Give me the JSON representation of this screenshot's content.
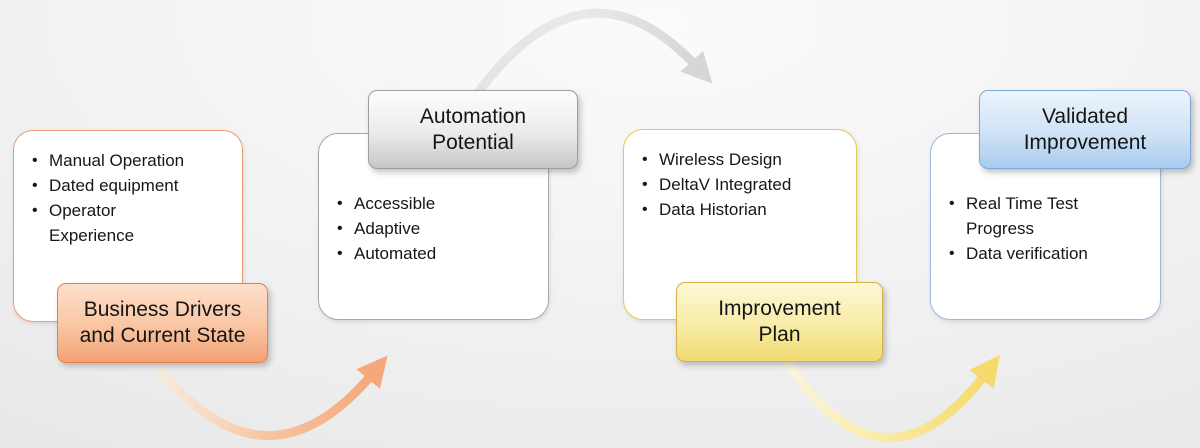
{
  "diagram": {
    "type": "process-flow",
    "background_color": "#efefef",
    "panels": [
      {
        "id": "business-drivers",
        "label": "Business Drivers\nand Current State",
        "bullets": [
          "Manual Operation",
          "Dated equipment",
          "Operator\nExperience"
        ],
        "colors": {
          "box_border": "#ed9e71",
          "label_border": "#e2804f",
          "label_gradient_top": "#fde0cb",
          "label_gradient_bottom": "#f2a173"
        }
      },
      {
        "id": "automation-potential",
        "label": "Automation\nPotential",
        "bullets": [
          "Accessible",
          "Adaptive",
          "Automated"
        ],
        "colors": {
          "box_border": "#a8a8a8",
          "label_border": "#9d9d9d",
          "label_gradient_top": "#fdfdfd",
          "label_gradient_bottom": "#c6c6c6"
        }
      },
      {
        "id": "improvement-plan",
        "label": "Improvement\nPlan",
        "bullets": [
          "Wireless Design",
          "DeltaV Integrated",
          "Data Historian"
        ],
        "colors": {
          "box_border": "#ecc653",
          "label_border": "#d3b248",
          "label_gradient_top": "#fdf7d6",
          "label_gradient_bottom": "#f0da72"
        }
      },
      {
        "id": "validated-improvement",
        "label": "Validated\nImprovement",
        "bullets": [
          "Real Time Test\nProgress",
          "Data verification"
        ],
        "colors": {
          "box_border": "#97bbe0",
          "label_border": "#7ea9d4",
          "label_gradient_top": "#ecf4fc",
          "label_gradient_bottom": "#a8cbee"
        }
      }
    ],
    "arrows": [
      {
        "id": "arrow-automation-to-improvement",
        "from": "Automation Potential",
        "to": "Improvement Plan",
        "shape": "arc-over-top",
        "color": "#d6d6d6"
      },
      {
        "id": "arrow-business-to-automation",
        "from": "Business Drivers and Current State",
        "to": "Automation Potential",
        "shape": "arc-under-bottom",
        "color": "#f4a87c"
      },
      {
        "id": "arrow-improvement-to-validated",
        "from": "Improvement Plan",
        "to": "Validated Improvement",
        "shape": "arc-under-bottom",
        "color": "#f5da6e"
      }
    ]
  }
}
